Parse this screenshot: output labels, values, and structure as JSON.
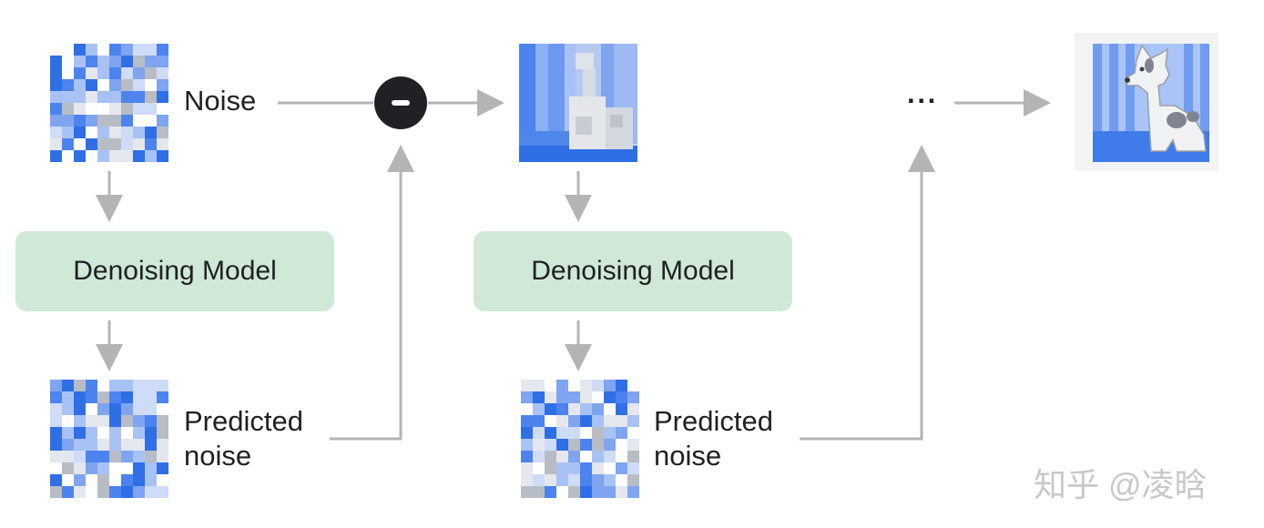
{
  "stage1": {
    "input_label": "Noise",
    "model_label": "Denoising Model",
    "output_label_line1": "Predicted",
    "output_label_line2": "noise"
  },
  "stage2": {
    "model_label": "Denoising Model",
    "output_label_line1": "Predicted",
    "output_label_line2": "noise"
  },
  "ellipsis": "···",
  "operator_icon": "minus-circle-icon",
  "watermark": "知乎 @凌晗",
  "colors": {
    "model_box": "#cfe9d6",
    "arrow": "#b4b4b4",
    "blue": "#4285f4",
    "dark": "#202124"
  }
}
